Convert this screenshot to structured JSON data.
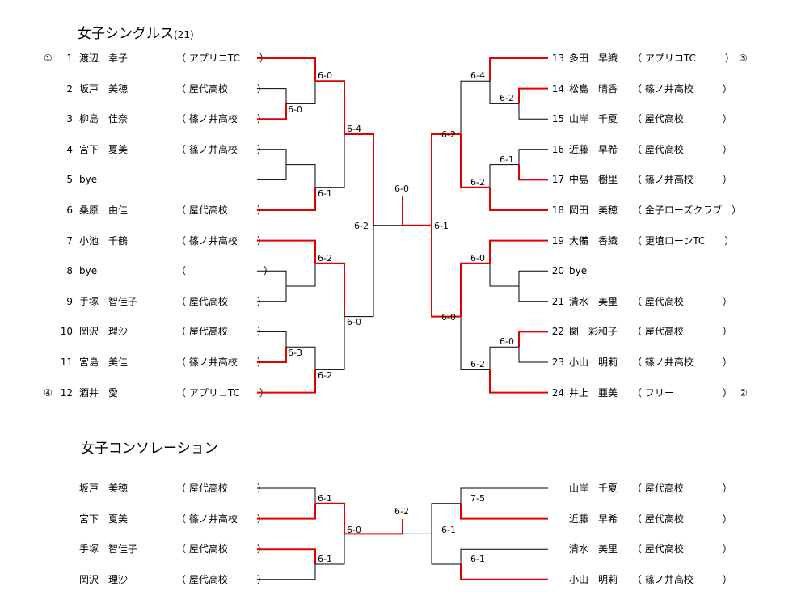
{
  "singles": {
    "title": "女子シングルス",
    "title_count": "(21)",
    "left_players": [
      {
        "seed": "①",
        "num": "1",
        "name": "渡辺　幸子",
        "club": "（ アプリコTC　　）"
      },
      {
        "seed": "",
        "num": "2",
        "name": "坂戸　美穂",
        "club": "（ 屋代高校　　　）"
      },
      {
        "seed": "",
        "num": "3",
        "name": "柳島　佳奈",
        "club": "（ 篠ノ井高校　　）"
      },
      {
        "seed": "",
        "num": "4",
        "name": "宮下　夏美",
        "club": "（ 篠ノ井高校　　）"
      },
      {
        "seed": "",
        "num": "5",
        "name": "bye",
        "club": ""
      },
      {
        "seed": "",
        "num": "6",
        "name": "桑原　由佳",
        "club": "（ 屋代高校　　　）"
      },
      {
        "seed": "",
        "num": "7",
        "name": "小池　千鶴",
        "club": "（ 篠ノ井高校　　）"
      },
      {
        "seed": "",
        "num": "8",
        "name": "bye",
        "club": "（　　　　　　　　）"
      },
      {
        "seed": "",
        "num": "9",
        "name": "手塚　智佳子",
        "club": "（ 屋代高校　　　）"
      },
      {
        "seed": "",
        "num": "10",
        "name": "岡沢　理沙",
        "club": "（ 屋代高校　　　）"
      },
      {
        "seed": "",
        "num": "11",
        "name": "宮島　美佳",
        "club": "（ 篠ノ井高校　　）"
      },
      {
        "seed": "④",
        "num": "12",
        "name": "酒井　愛",
        "club": "（ アプリコTC　　）"
      }
    ],
    "right_players": [
      {
        "seed": "③",
        "num": "13",
        "name": "多田　早織",
        "club": "（ アプリコTC　　　）"
      },
      {
        "seed": "",
        "num": "14",
        "name": "松島　晴香",
        "club": "（ 篠ノ井高校　　　）"
      },
      {
        "seed": "",
        "num": "15",
        "name": "山岸　千夏",
        "club": "（ 屋代高校　　　　）"
      },
      {
        "seed": "",
        "num": "16",
        "name": "近藤　早希",
        "club": "（ 屋代高校　　　　）"
      },
      {
        "seed": "",
        "num": "17",
        "name": "中島　樹里",
        "club": "（ 篠ノ井高校　　　）"
      },
      {
        "seed": "",
        "num": "18",
        "name": "岡田　美穂",
        "club": "（ 金子ローズクラブ　）"
      },
      {
        "seed": "",
        "num": "19",
        "name": "大備　香織",
        "club": "（ 更埴ローンTC　　）"
      },
      {
        "seed": "",
        "num": "20",
        "name": "bye",
        "club": ""
      },
      {
        "seed": "",
        "num": "21",
        "name": "清水　美里",
        "club": "（ 屋代高校　　　　）"
      },
      {
        "seed": "",
        "num": "22",
        "name": "関　彩和子",
        "club": "（ 屋代高校　　　　）"
      },
      {
        "seed": "",
        "num": "23",
        "name": "小山　明莉",
        "club": "（ 篠ノ井高校　　　）"
      },
      {
        "seed": "②",
        "num": "24",
        "name": "井上　亜美",
        "club": "（ フリー　　　　　）"
      }
    ],
    "scores": {
      "l_r1_2v3": "6-0",
      "l_r2_1": "6-0",
      "l_r2_6": "6-1",
      "l_r3_top": "6-4",
      "l_r2_7": "6-2",
      "l_r1_10v11": "6-3",
      "l_r2_12": "6-2",
      "l_r3_bot": "6-0",
      "l_semi": "6-2",
      "final": "6-0",
      "r_semi": "6-1",
      "r_r2_13": "6-4",
      "r_r1_14v15": "6-2",
      "r_r3_top": "6-2",
      "r_r1_16v17": "6-1",
      "r_r2_18": "6-2",
      "r_r2_19": "6-0",
      "r_r3_bot": "6-0",
      "r_r1_22v23": "6-0",
      "r_r2_24": "6-2"
    }
  },
  "consolation": {
    "title": "女子コンソレーション",
    "left_players": [
      {
        "name": "坂戸　美穂",
        "club": "（ 屋代高校　　　）"
      },
      {
        "name": "宮下　夏美",
        "club": "（ 篠ノ井高校　　）"
      },
      {
        "name": "手塚　智佳子",
        "club": "（ 屋代高校　　　）"
      },
      {
        "name": "岡沢　理沙",
        "club": "（ 屋代高校　　　）"
      }
    ],
    "right_players": [
      {
        "name": "山岸　千夏",
        "club": "（ 屋代高校　　　　）"
      },
      {
        "name": "近藤　早希",
        "club": "（ 屋代高校　　　　）"
      },
      {
        "name": "清水　美里",
        "club": "（ 屋代高校　　　　）"
      },
      {
        "name": "小山　明莉",
        "club": "（ 篠ノ井高校　　　）"
      }
    ],
    "scores": {
      "l_top": "6-1",
      "l_bot": "6-1",
      "l_final": "6-0",
      "final": "6-2",
      "r_top": "7-5",
      "r_bot": "6-1",
      "r_final": "6-1"
    }
  },
  "colors": {
    "winner_line": "#e00000",
    "loser_line": "#000000"
  }
}
